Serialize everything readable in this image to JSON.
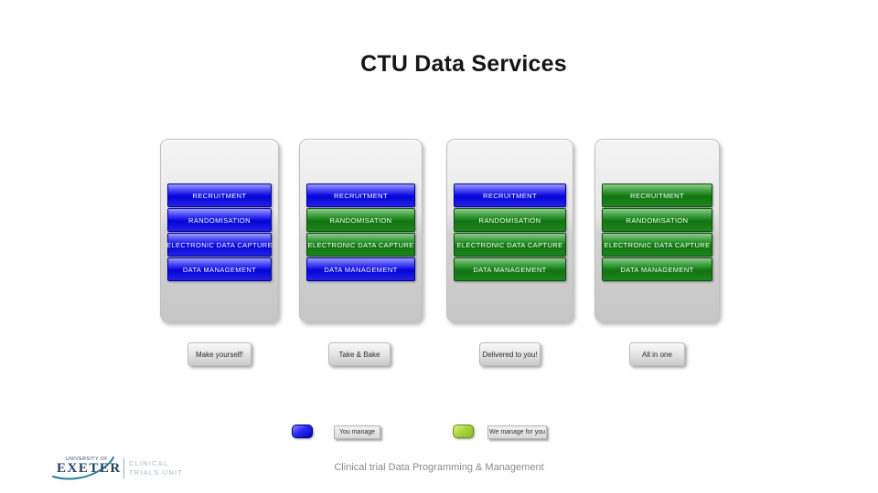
{
  "title": "CTU Data Services",
  "columns": [
    {
      "label": "Make yourself!",
      "buttons": [
        {
          "text": "RECRUITMENT",
          "color": "blue"
        },
        {
          "text": "RANDOMISATION",
          "color": "blue"
        },
        {
          "text": "ELECTRONIC DATA CAPTURE",
          "color": "blue"
        },
        {
          "text": "DATA MANAGEMENT",
          "color": "blue"
        }
      ]
    },
    {
      "label": "Take & Bake",
      "buttons": [
        {
          "text": "RECRUITMENT",
          "color": "blue"
        },
        {
          "text": "RANDOMISATION",
          "color": "green"
        },
        {
          "text": "ELECTRONIC DATA CAPTURE",
          "color": "green"
        },
        {
          "text": "DATA MANAGEMENT",
          "color": "blue"
        }
      ]
    },
    {
      "label": "Delivered to you!",
      "buttons": [
        {
          "text": "RECRUITMENT",
          "color": "blue"
        },
        {
          "text": "RANDOMISATION",
          "color": "green"
        },
        {
          "text": "ELECTRONIC DATA CAPTURE",
          "color": "green"
        },
        {
          "text": "DATA MANAGEMENT",
          "color": "green"
        }
      ]
    },
    {
      "label": "All in one",
      "buttons": [
        {
          "text": "RECRUITMENT",
          "color": "green"
        },
        {
          "text": "RANDOMISATION",
          "color": "green"
        },
        {
          "text": "ELECTRONIC DATA CAPTURE",
          "color": "green"
        },
        {
          "text": "DATA MANAGEMENT",
          "color": "green"
        }
      ]
    }
  ],
  "legend": {
    "you_manage": {
      "label": "You manage",
      "swatch_color": "#1a1ae0"
    },
    "we_manage": {
      "label": "We manage for you",
      "swatch_color": "#9acd32"
    }
  },
  "logo": {
    "university_prefix": "UNIVERSITY OF",
    "university_name": "EXETER",
    "unit_line1": "CLINICAL",
    "unit_line2": "TRIALS UNIT"
  },
  "footer": "Clinical trial Data Programming & Management",
  "colors": {
    "service_blue": "#1212e0",
    "service_green": "#1b811b",
    "legend_green": "#9acd32",
    "panel_gray": "#d9d9d9",
    "background": "#ffffff"
  }
}
